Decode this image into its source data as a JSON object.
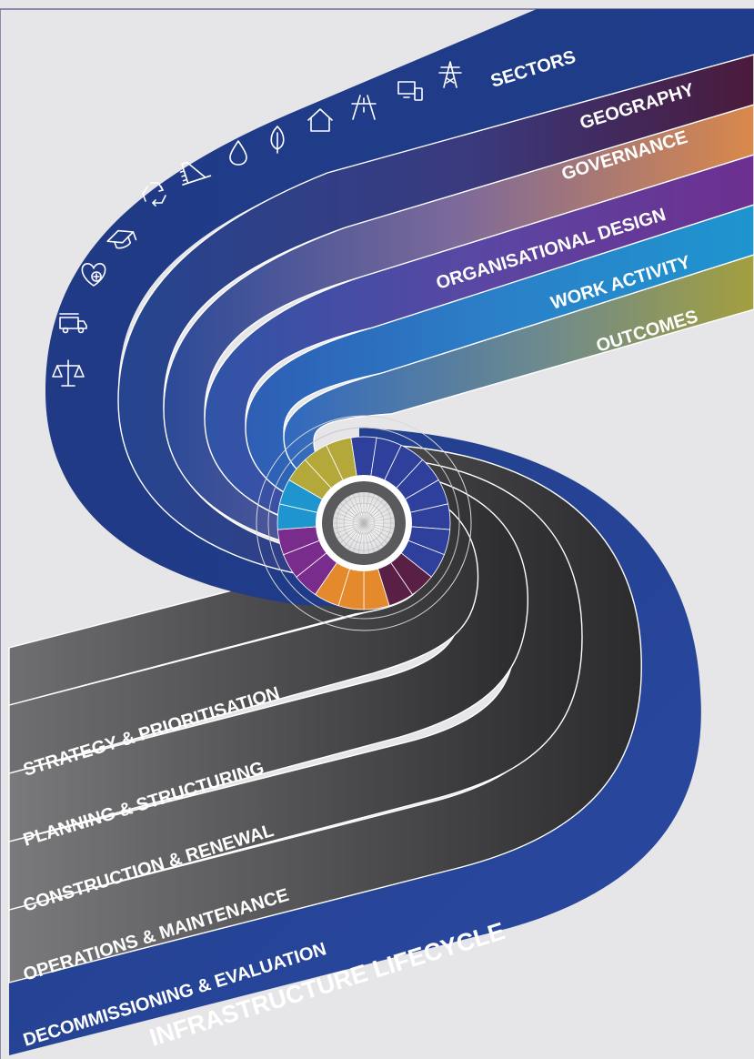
{
  "top_bands": [
    {
      "label": "SECTORS",
      "color": "#1f3d8a"
    },
    {
      "label": "GEOGRAPHY",
      "color": "#4a1a3c"
    },
    {
      "label": "GOVERNANCE",
      "color": "#d9884a"
    },
    {
      "label": "ORGANISATIONAL DESIGN",
      "color": "#6d2f8f"
    },
    {
      "label": "WORK ACTIVITY",
      "color": "#1e95cf"
    },
    {
      "label": "OUTCOMES",
      "color": "#9d9a3e"
    }
  ],
  "bottom_bands": [
    {
      "label": "STRATEGY & PRIORITISATION"
    },
    {
      "label": "PLANNING & STRUCTURING"
    },
    {
      "label": "CONSTRUCTION & RENEWAL"
    },
    {
      "label": "OPERATIONS & MAINTENANCE"
    },
    {
      "label": "DECOMMISSIONING & EVALUATION"
    }
  ],
  "lifecycle_band": {
    "label": "INFRASTRUCTURE LIFECYCLE",
    "color": "#1f3d8a"
  },
  "sector_icons": [
    "justice-scales-icon",
    "fire-truck-icon",
    "health-heart-icon",
    "education-cap-icon",
    "recycling-icon",
    "dam-icon",
    "water-drop-icon",
    "environment-leaf-icon",
    "housing-icon",
    "road-icon",
    "digital-devices-icon",
    "power-pylon-icon"
  ],
  "wheel": {
    "segment_colors": [
      "#2f3f9c",
      "#2f3f9c",
      "#2f3f9c",
      "#2f3f9c",
      "#2f3f9c",
      "#2f3f9c",
      "#2f3f9c",
      "#2f3f9c",
      "#5a1f45",
      "#5a1f45",
      "#e58a2c",
      "#e58a2c",
      "#e58a2c",
      "#7a2c8c",
      "#7a2c8c",
      "#7a2c8c",
      "#1e95cf",
      "#1e95cf",
      "#b4a83a",
      "#b4a83a",
      "#b4a83a"
    ]
  }
}
